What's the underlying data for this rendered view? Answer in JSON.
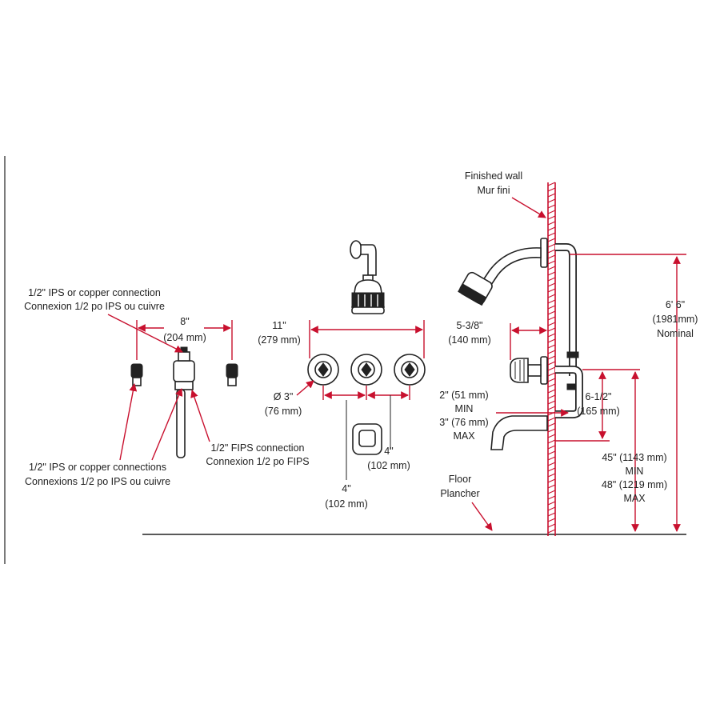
{
  "colors": {
    "dimension": "#c8102e",
    "line": "#222222",
    "background": "#ffffff"
  },
  "valve_body": {
    "inlet_connection": [
      "1/2\" IPS or copper connection",
      "Connexion 1/2 po IPS ou cuivre"
    ],
    "outlet_connections": [
      "1/2\" IPS or copper connections",
      "Connexions 1/2 po IPS ou cuivre"
    ],
    "fips_connection": [
      "1/2\" FIPS connection",
      "Connexion 1/2 po FIPS"
    ],
    "width": [
      "8\"",
      "(204 mm)"
    ]
  },
  "trim": {
    "overall_width": [
      "11\"",
      "(279 mm)"
    ],
    "handle_diameter": [
      "Ø 3\"",
      "(76 mm)"
    ],
    "handle_spacing": [
      "4\"",
      "(102 mm)"
    ],
    "spout_offset": [
      "4\"",
      "(102 mm)"
    ]
  },
  "side_view": {
    "wall": [
      "Finished wall",
      "Mur fini"
    ],
    "floor": [
      "Floor",
      "Plancher"
    ],
    "wall_projection": [
      "5-3/8\"",
      "(140 mm)"
    ],
    "shower_height": [
      "6' 6\"",
      "(1981mm)",
      "Nominal"
    ],
    "spout_gap": [
      "2\" (51 mm)",
      "MIN",
      "3\" (76 mm)",
      "MAX"
    ],
    "valve_to_spout": [
      "6-1/2\"",
      "(165 mm)"
    ],
    "valve_height": [
      "45\" (1143 mm)",
      "MIN",
      "48\" (1219 mm)",
      "MAX"
    ]
  }
}
